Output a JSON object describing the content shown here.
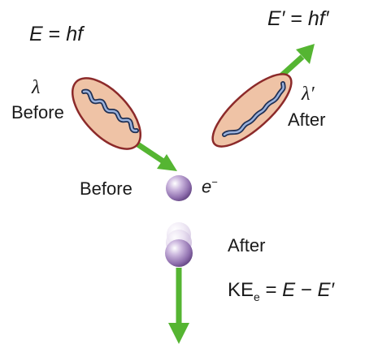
{
  "incoming_photon": {
    "energy_equation": {
      "lhs": "E",
      "rhs": "hf"
    },
    "wavelength_symbol": "λ",
    "label": "Before"
  },
  "scattered_photon": {
    "energy_equation": {
      "lhs": "E′",
      "rhs": "hf′"
    },
    "wavelength_symbol": "λ′",
    "label": "After"
  },
  "electron": {
    "symbol": "e",
    "charge": "−",
    "before_label": "Before",
    "after_label": "After"
  },
  "kinetic_energy_equation": {
    "lhs_main": "KE",
    "lhs_sub": "e",
    "rhs_a": "E",
    "minus": "−",
    "rhs_b": "E′"
  },
  "colors": {
    "arrow": "#55b532",
    "ellipse_fill": "#efc3a6",
    "ellipse_stroke": "#8c2a2a",
    "wave_outer": "#203054",
    "wave_inner": "#9ab2dd",
    "electron": "#a98fc3"
  }
}
